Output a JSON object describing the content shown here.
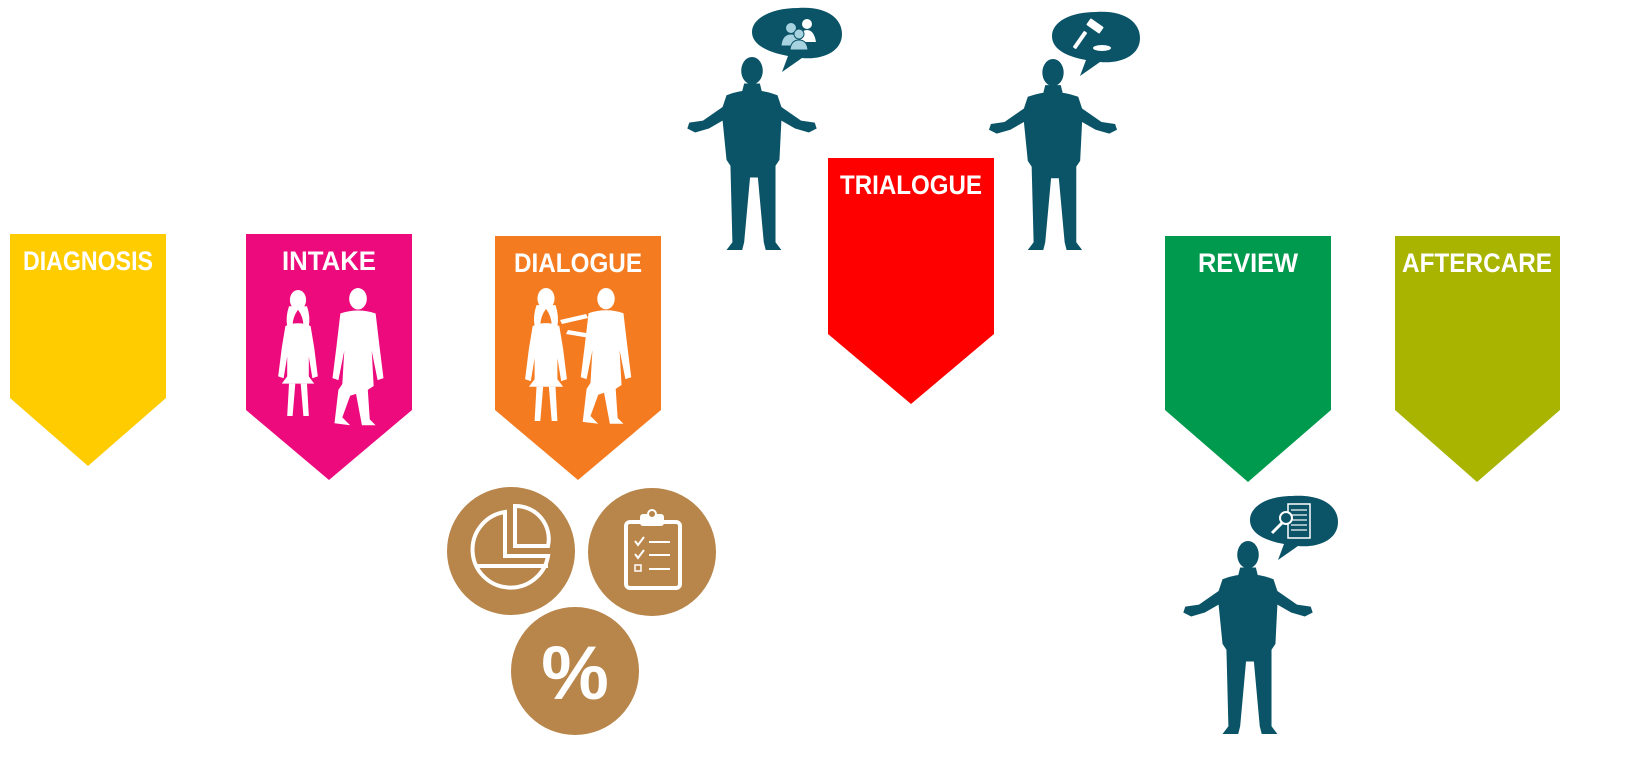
{
  "stages": [
    {
      "key": "diagnosis",
      "label": "DIAGNOSIS",
      "color": "#FFCC00"
    },
    {
      "key": "intake",
      "label": "INTAKE",
      "color": "#EC0A7D"
    },
    {
      "key": "dialogue",
      "label": "DIALOGUE",
      "color": "#F47B20"
    },
    {
      "key": "trialogue",
      "label": "TRIALOGUE",
      "color": "#FF0000"
    },
    {
      "key": "review",
      "label": "REVIEW",
      "color": "#009A4E"
    },
    {
      "key": "aftercare",
      "label": "AFTERCARE",
      "color": "#A8B400"
    }
  ],
  "figure_color": "#0B5468",
  "tool_circle_color": "#B8854A",
  "tools": [
    {
      "icon": "pie-chart-icon"
    },
    {
      "icon": "clipboard-checklist-icon"
    },
    {
      "icon": "percent-icon",
      "symbol": "%"
    }
  ],
  "speech_bubbles": [
    {
      "icon": "group-icon"
    },
    {
      "icon": "gavel-icon"
    },
    {
      "icon": "document-search-icon"
    }
  ]
}
